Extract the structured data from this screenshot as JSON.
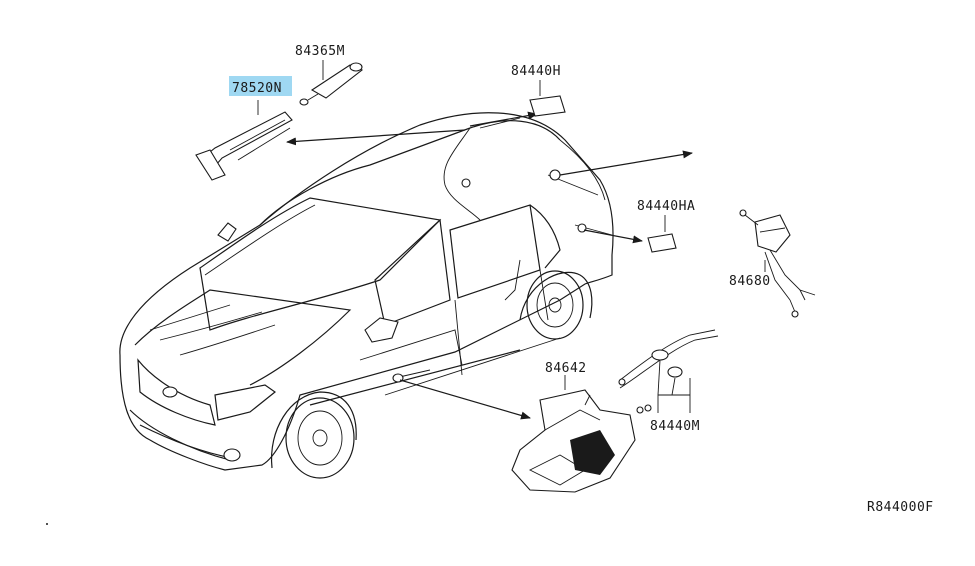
{
  "diagram": {
    "diagram_code": "R844000F",
    "highlight_color": "#9fd8f2",
    "labels": {
      "part_78520N": "78520N",
      "part_84365M": "84365M",
      "part_84440H": "84440H",
      "part_84440HA": "84440HA",
      "part_84680": "84680",
      "part_84642": "84642",
      "part_84440M": "84440M"
    }
  }
}
